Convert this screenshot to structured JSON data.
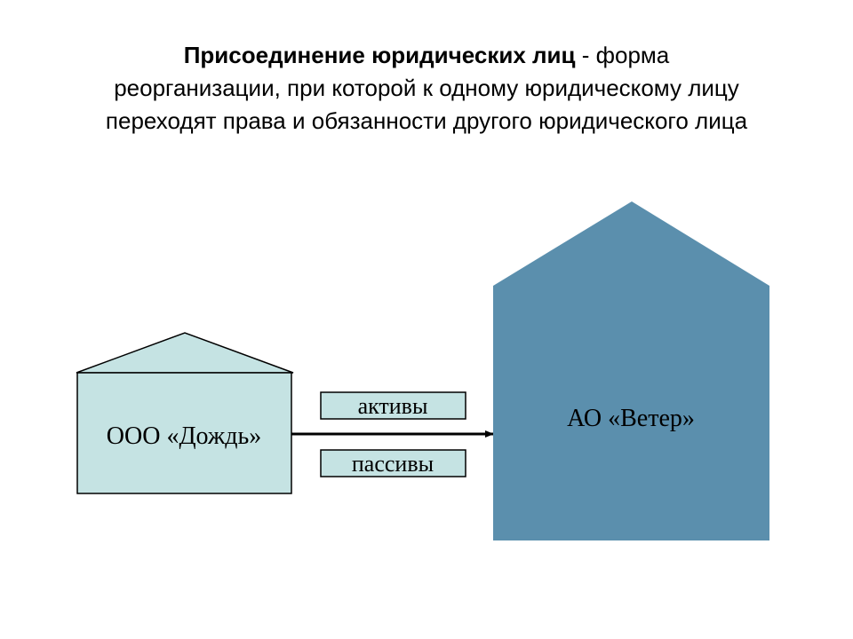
{
  "title": {
    "term": "Присоединение юридических лиц",
    "separator": " - ",
    "line1_rest": "форма",
    "line2": "реорганизации, при которой к одному юридическому лицу",
    "line3": "переходят права и обязанности другого юридического лица"
  },
  "diagram": {
    "source_entity": "ООО «Дождь»",
    "target_entity": "АО «Ветер»",
    "transfer_items": [
      "активы",
      "пассивы"
    ],
    "colors": {
      "source_fill": "#c5e3e3",
      "target_fill": "#5b8fad",
      "outline": "#000000"
    }
  }
}
